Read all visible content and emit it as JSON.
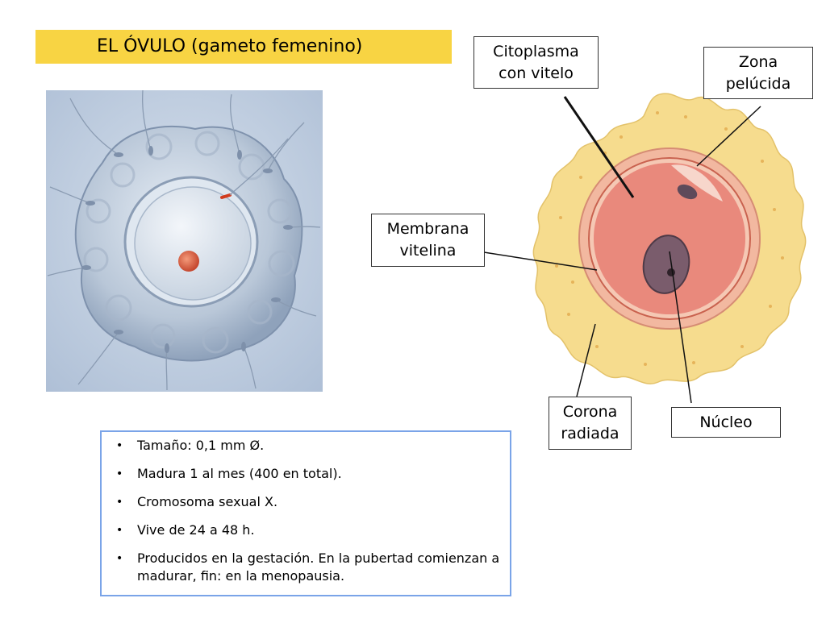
{
  "title": "EL ÓVULO (gameto femenino)",
  "labels": {
    "citoplasma": "Citoplasma\ncon vitelo",
    "zona": "Zona\npelúcida",
    "membrana": "Membrana\nvitelina",
    "corona": "Corona\nradiada",
    "nucleo": "Núcleo"
  },
  "facts": [
    "Tamaño: 0,1 mm Ø.",
    "Madura 1 al mes (400 en total).",
    "Cromosoma sexual X.",
    "Vive de 24 a 48 h.",
    "Producidos en la gestación. En la pubertad comienzan a madurar, fin: en la menopausia."
  ],
  "bullet": "•",
  "colors": {
    "title_bg": "#f8d443",
    "corona": "#f6dc8e",
    "zona": "#f2b8a0",
    "cytoplasm": "#e9897c",
    "nucleus": "#7a5c6c",
    "info_border": "#7aa4e8",
    "photo_bg": "#c7d3e3"
  }
}
